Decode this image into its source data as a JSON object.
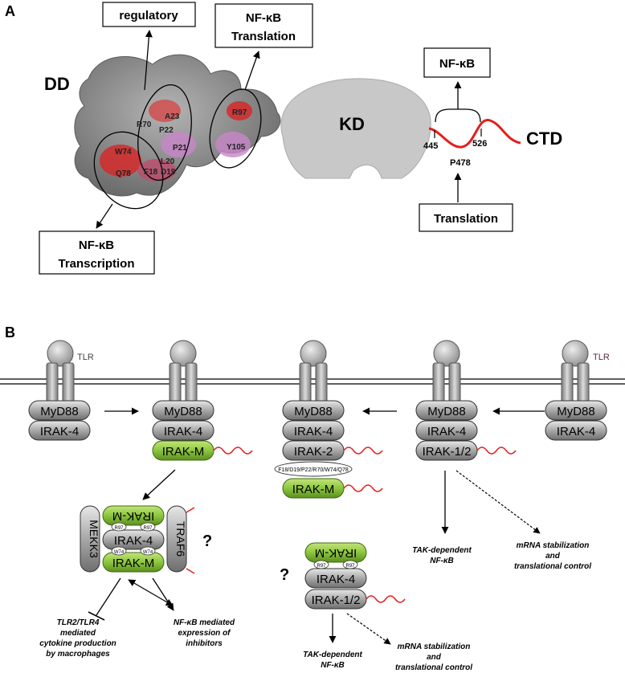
{
  "panel_a": {
    "label": "A",
    "dd": "DD",
    "kd": "KD",
    "ctd": "CTD",
    "boxes": {
      "regulatory": "regulatory",
      "nfkb_translation_1": "NF-κB",
      "nfkb_translation_2": "Translation",
      "nfkb_top": "NF-κB",
      "translation": "Translation",
      "nfkb_transcription_1": "NF-κB",
      "nfkb_transcription_2": "Transcription"
    },
    "residues": {
      "r70": "R70",
      "a23": "A23",
      "p22": "P22",
      "p21": "P21",
      "w74": "W74",
      "l20": "L20",
      "q78": "Q78",
      "f18": "F18",
      "d19": "D19",
      "r97": "R97",
      "y105": "Y105"
    },
    "ctd_positions": {
      "p445": "445",
      "p526": "526",
      "p478": "P478"
    }
  },
  "panel_b": {
    "label": "B",
    "tlr": "TLR",
    "myd88": "MyD88",
    "irak4": "IRAK-4",
    "irakm": "IRAK-M",
    "irak2": "IRAK-2",
    "irak12": "IRAK-1/2",
    "mekk3": "MEKK3",
    "traf6": "TRAF6",
    "question": "?",
    "oval_residues": "F18/D19/P22/R70/W74/Q78",
    "r97": "R97",
    "w74": "W74",
    "tak_line1": "TAK-dependent",
    "tak_line2": "NF-κB",
    "mrna_line1": "mRNA stabilization",
    "mrna_line2": "and",
    "mrna_line3": "translational control",
    "tlr_line1": "TLR2/TLR4",
    "tlr_line2": "mediated",
    "tlr_line3": "cytokine production",
    "tlr_line4": "by macrophages",
    "nfkb_line1": "NF-κB mediated",
    "nfkb_line2": "expression of",
    "nfkb_line3": "inhibitors"
  },
  "colors": {
    "membrane": "#000000",
    "receptor": "#b5b5b5",
    "irak_m_green": "#8cc63f",
    "ctd_red": "#e41e1e",
    "kd_gray": "#c8c8c8"
  }
}
